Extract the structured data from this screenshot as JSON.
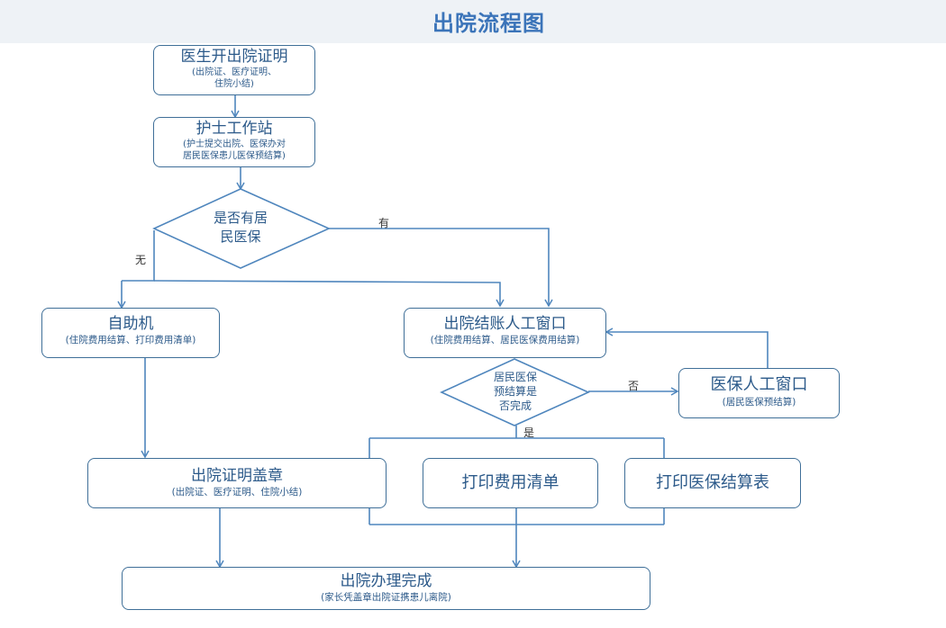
{
  "title": "出院流程图",
  "nodes": {
    "doctor": {
      "title": "医生开出院证明",
      "sub1": "(出院证、医疗证明、",
      "sub2": "住院小结)"
    },
    "nurse": {
      "title": "护士工作站",
      "sub1": "(护士提交出院、医保办对",
      "sub2": "居民医保患儿医保预结算)"
    },
    "decision1": {
      "line1": "是否有居",
      "line2": "民医保"
    },
    "selfservice": {
      "title": "自助机",
      "sub": "(住院费用结算、打印费用清单)"
    },
    "checkout": {
      "title": "出院结账人工窗口",
      "sub": "(住院费用结算、居民医保费用结算)"
    },
    "decision2": {
      "line1": "居民医保",
      "line2": "预结算是",
      "line3": "否完成"
    },
    "insurance": {
      "title": "医保人工窗口",
      "sub": "(居民医保预结算)"
    },
    "stamp": {
      "title": "出院证明盖章",
      "sub": "(出院证、医疗证明、住院小结)"
    },
    "print_bill": {
      "title": "打印费用清单"
    },
    "print_ins": {
      "title": "打印医保结算表"
    },
    "done": {
      "title": "出院办理完成",
      "sub": "(家长凭盖章出院证携患儿离院)"
    }
  },
  "edge_labels": {
    "yes1": "有",
    "no1": "无",
    "no2": "否",
    "yes2": "是"
  }
}
